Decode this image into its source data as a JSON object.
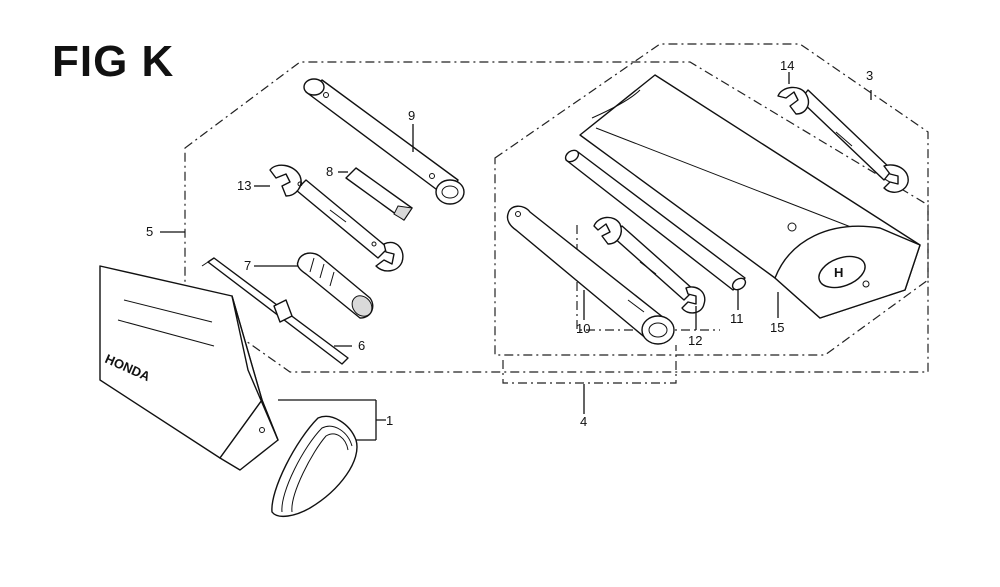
{
  "figure": {
    "title": "FIG K"
  },
  "callouts": {
    "c1": "1",
    "c3": "3",
    "c4": "4",
    "c5": "5",
    "c6": "6",
    "c7": "7",
    "c8": "8",
    "c9": "9",
    "c10": "10",
    "c11": "11",
    "c12": "12",
    "c13": "13",
    "c14": "14",
    "c15": "15"
  },
  "case_logo": "HONDA",
  "bag_logo": "H",
  "colors": {
    "line": "#111111",
    "background": "#ffffff"
  }
}
